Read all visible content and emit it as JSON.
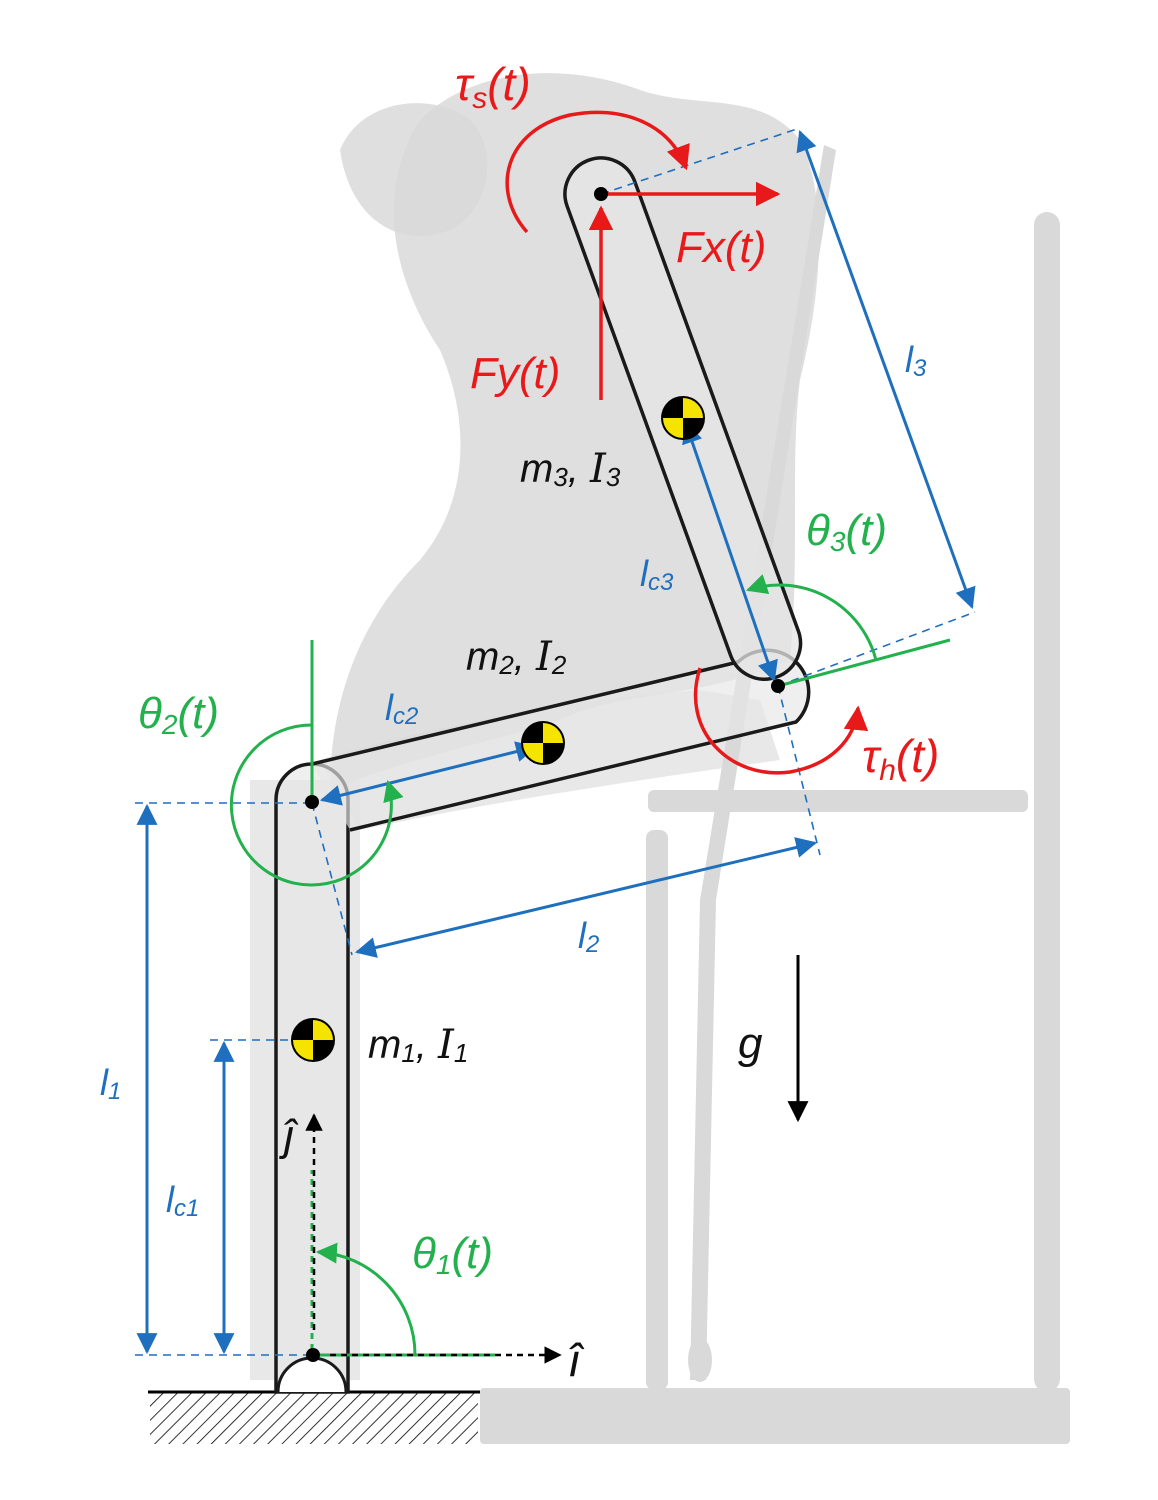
{
  "colors": {
    "link_outline": "#1a1a1a",
    "link_fill": "#e6e6e6",
    "background_figure": "#d6d6d6",
    "length_blue": "#1f6fbf",
    "angle_green": "#22b14c",
    "load_red": "#e8191a",
    "com_yellow": "#f5e400",
    "black": "#000000"
  },
  "icons": {
    "center_of_mass": "center-of-mass-icon",
    "joint": "joint-pin-icon",
    "ground": "ground-hatch-icon"
  },
  "labels": {
    "tau_s": {
      "main": "τ",
      "sub": "s",
      "rest": "(t)"
    },
    "tau_h": {
      "main": "τ",
      "sub": "h",
      "rest": "(t)"
    },
    "fx": "Fx(t)",
    "fy": "Fy(t)",
    "l3": {
      "main": "l",
      "sub": "3"
    },
    "l2": {
      "main": "l",
      "sub": "2"
    },
    "l1": {
      "main": "l",
      "sub": "1"
    },
    "lc3": {
      "main": "l",
      "sub": "c3"
    },
    "lc2": {
      "main": "l",
      "sub": "c2"
    },
    "lc1": {
      "main": "l",
      "sub": "c1"
    },
    "m3": {
      "m": "m",
      "msub": "3",
      "sep": ", ",
      "I": "I",
      "Isub": "3"
    },
    "m2": {
      "m": "m",
      "msub": "2",
      "sep": ", ",
      "I": "I",
      "Isub": "2"
    },
    "m1": {
      "m": "m",
      "msub": "1",
      "sep": ", ",
      "I": "I",
      "Isub": "1"
    },
    "theta3": {
      "main": "θ",
      "sub": "3",
      "rest": "(t)"
    },
    "theta2": {
      "main": "θ",
      "sub": "2",
      "rest": "(t)"
    },
    "theta1": {
      "main": "θ",
      "sub": "1",
      "rest": "(t)"
    },
    "g": "g",
    "i_hat": "î",
    "j_hat": "ĵ"
  }
}
